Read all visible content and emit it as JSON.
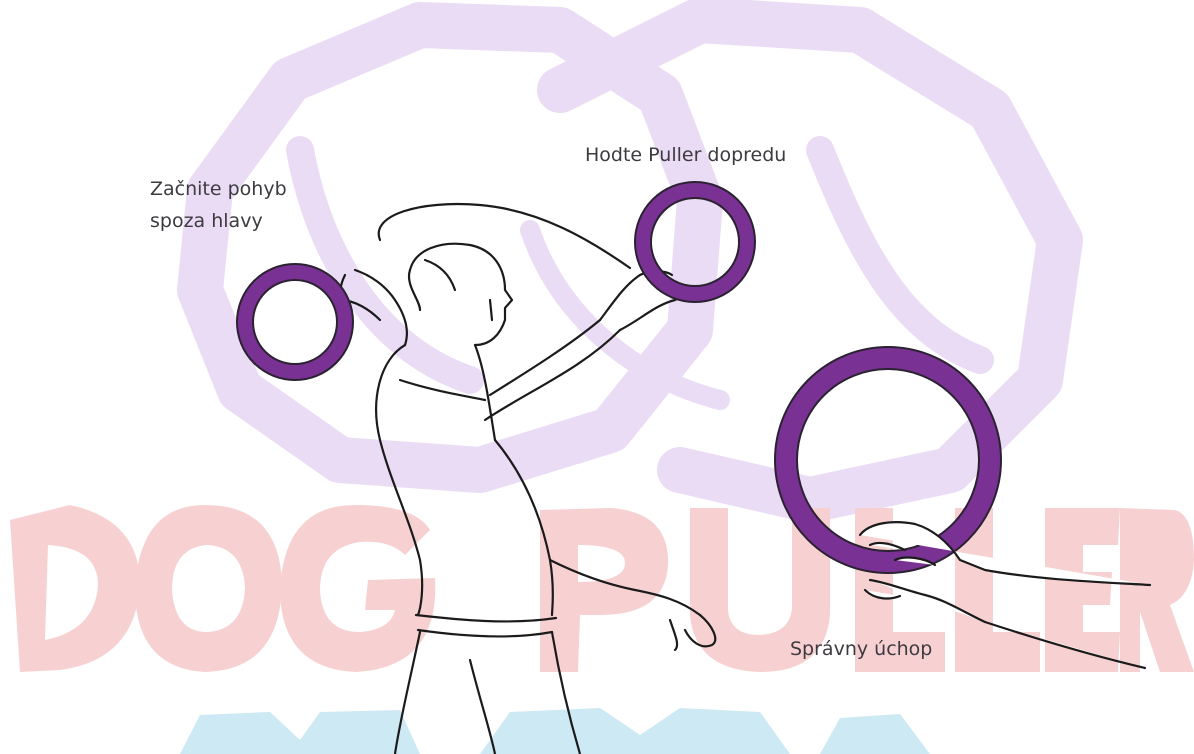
{
  "watermark": {
    "logo_lettering": "DOG PULLER",
    "colors": {
      "emblem": "#eadcf4",
      "wordmark": "#f7cfcf",
      "wordmark_lower": "#cde9f3"
    }
  },
  "colors": {
    "ring": "#7a3194",
    "ring_outline": "#2a2230",
    "line_art": "#1b1b1b",
    "caption_text": "#3d3a40"
  },
  "captions": {
    "start": "Začnite pohyb\nspoza hlavy",
    "throw": "Hodte Puller dopredu",
    "grip": "Správny úchop"
  }
}
